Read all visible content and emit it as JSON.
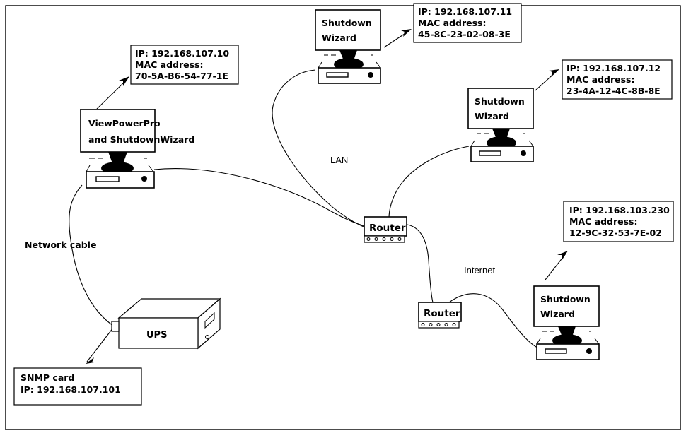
{
  "diagram": {
    "title": "Network topology with ViewPowerPro, ShutdownWizard clients, routers and UPS",
    "colors": {
      "line": "#000000",
      "background": "#ffffff",
      "fill": "#ffffff"
    },
    "frame": {
      "name": "outer-border"
    },
    "callouts": [
      {
        "id": "callout-viewpowerpro",
        "line1": "IP: 192.168.107.10",
        "line2": "MAC address:",
        "line3": "70-5A-B6-54-77-1E"
      },
      {
        "id": "callout-shutdownwizard-top",
        "line1": "IP: 192.168.107.11",
        "line2": "MAC address:",
        "line3": "45-8C-23-02-08-3E"
      },
      {
        "id": "callout-shutdownwizard-right",
        "line1": "IP: 192.168.107.12",
        "line2": "MAC address:",
        "line3": "23-4A-12-4C-8B-8E"
      },
      {
        "id": "callout-shutdownwizard-internet",
        "line1": "IP: 192.168.103.230",
        "line2": "MAC address:",
        "line3": "12-9C-32-53-7E-02"
      },
      {
        "id": "callout-snmp-card",
        "line1": "SNMP card",
        "line2": "IP: 192.168.107.101",
        "line3": ""
      }
    ],
    "computers": [
      {
        "id": "computer-viewpowerpro",
        "label_line1": "ViewPowerPro",
        "label_line2": "and ShutdownWizard"
      },
      {
        "id": "computer-shutdownwizard-top",
        "label_line1": "Shutdown",
        "label_line2": "Wizard"
      },
      {
        "id": "computer-shutdownwizard-right",
        "label_line1": "Shutdown",
        "label_line2": "Wizard"
      },
      {
        "id": "computer-shutdownwizard-internet",
        "label_line1": "Shutdown",
        "label_line2": "Wizard"
      }
    ],
    "routers": [
      {
        "id": "router-lan",
        "label": "Router",
        "ports": 5
      },
      {
        "id": "router-internet",
        "label": "Router",
        "ports": 5
      }
    ],
    "ups": {
      "id": "ups-device",
      "label": "UPS"
    },
    "link_labels": [
      {
        "id": "label-network-cable",
        "text": "Network cable"
      },
      {
        "id": "label-lan",
        "text": "LAN"
      },
      {
        "id": "label-internet",
        "text": "Internet"
      }
    ]
  }
}
